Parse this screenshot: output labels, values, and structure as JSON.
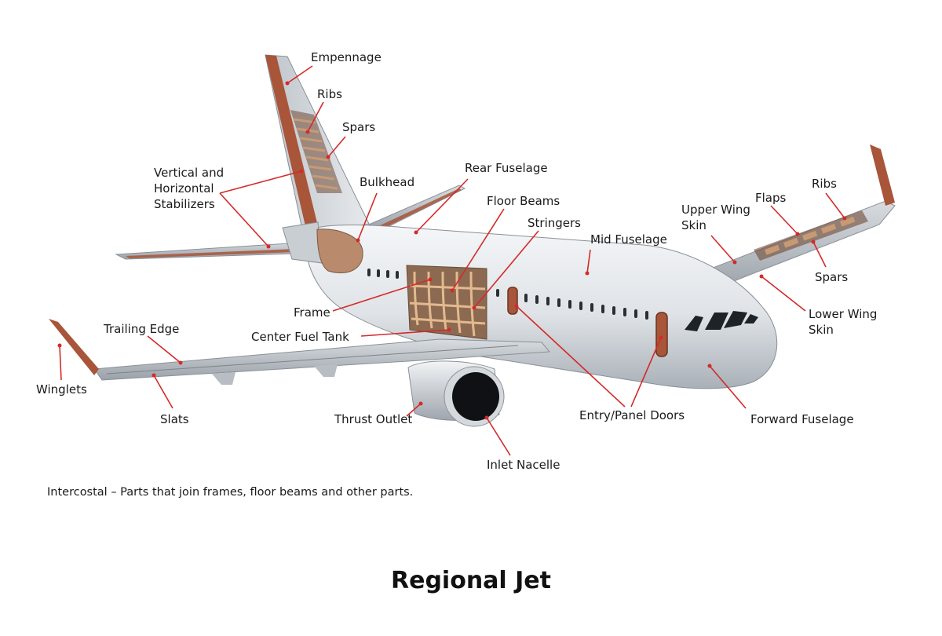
{
  "title": "Regional Jet",
  "note": "Intercostal – Parts that join frames, floor beams and other parts.",
  "labels": {
    "empennage": "Empennage",
    "ribs_tail": "Ribs",
    "spars_tail": "Spars",
    "stabilizers": "Vertical and Horizontal Stabilizers",
    "bulkhead": "Bulkhead",
    "rear_fuselage": "Rear Fuselage",
    "floor_beams": "Floor Beams",
    "stringers": "Stringers",
    "mid_fuselage": "Mid Fuselage",
    "upper_wing_skin": "Upper Wing Skin",
    "flaps": "Flaps",
    "ribs_wing": "Ribs",
    "spars_wing": "Spars",
    "lower_wing_skin": "Lower Wing Skin",
    "frame": "Frame",
    "center_fuel_tank": "Center Fuel Tank",
    "trailing_edge": "Trailing Edge",
    "winglets": "Winglets",
    "slats": "Slats",
    "thrust_outlet": "Thrust Outlet",
    "inlet_nacelle": "Inlet Nacelle",
    "entry_panel_doors": "Entry/Panel Doors",
    "forward_fuselage": "Forward Fuselage"
  },
  "colors": {
    "leader": "#d42a2a",
    "accent_copper": "#a8553a",
    "fuselage": "#e4e7ea",
    "text": "#1a1a1a"
  }
}
